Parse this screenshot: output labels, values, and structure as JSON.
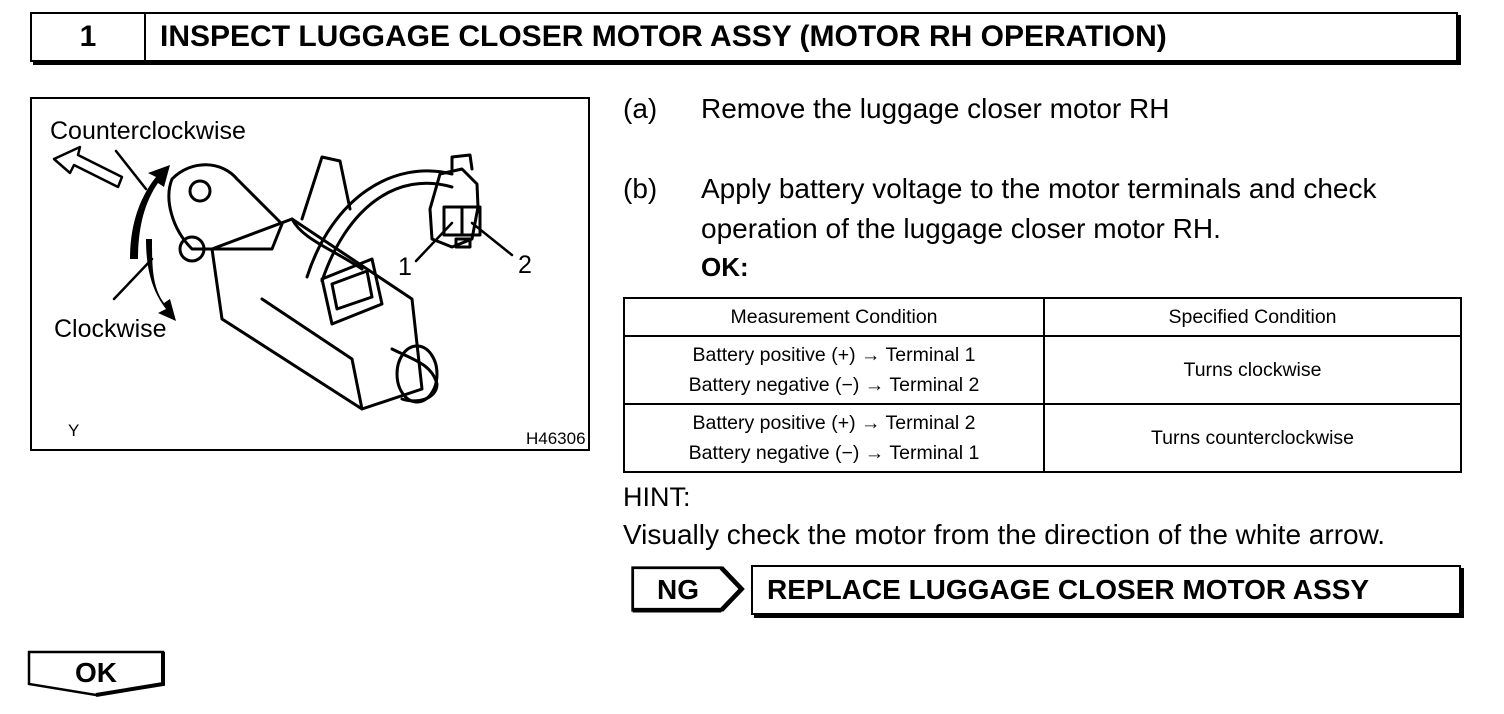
{
  "header": {
    "step_number": "1",
    "title": "INSPECT LUGGAGE CLOSER MOTOR ASSY (MOTOR RH OPERATION)"
  },
  "figure": {
    "label_ccw": "Counterclockwise",
    "label_cw": "Clockwise",
    "terminal_1": "1",
    "terminal_2": "2",
    "corner_mark": "Y",
    "figure_code": "H46306"
  },
  "steps": [
    {
      "label": "(a)",
      "lines": [
        "Remove the luggage closer motor RH"
      ]
    },
    {
      "label": "(b)",
      "lines": [
        "Apply battery voltage to the motor terminals and check",
        "operation of the luggage closer motor RH."
      ]
    }
  ],
  "ok_label": "OK:",
  "table": {
    "headers": [
      "Measurement Condition",
      "Specified Condition"
    ],
    "rows": [
      {
        "conditions": [
          "Battery positive (+) → Terminal 1",
          "Battery negative (−) → Terminal 2"
        ],
        "result": "Turns clockwise"
      },
      {
        "conditions": [
          "Battery positive (+) → Terminal 2",
          "Battery negative (−) → Terminal 1"
        ],
        "result": "Turns counterclockwise"
      }
    ]
  },
  "hint": {
    "label": "HINT:",
    "text": "Visually check the motor from the direction of the white arrow."
  },
  "ng": {
    "label": "NG",
    "action": "REPLACE LUGGAGE CLOSER MOTOR ASSY"
  },
  "ok_button": "OK"
}
